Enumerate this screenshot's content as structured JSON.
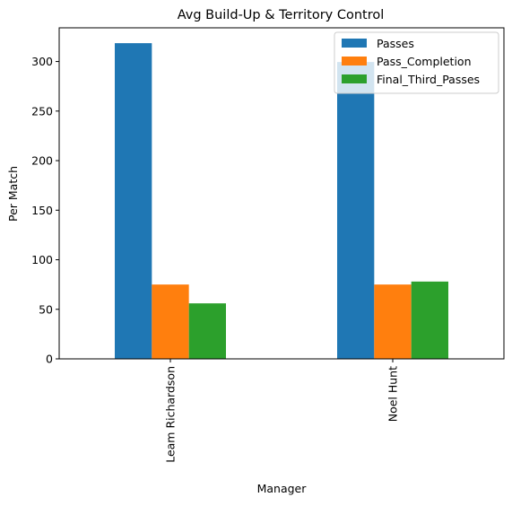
{
  "chart_data": {
    "type": "bar",
    "title": "Avg Build-Up & Territory Control",
    "xlabel": "Manager",
    "ylabel": "Per Match",
    "categories": [
      "Leam Richardson",
      "Noel Hunt"
    ],
    "series": [
      {
        "name": "Passes",
        "color": "#1f77b4",
        "values": [
          318.5,
          299.5
        ]
      },
      {
        "name": "Pass_Completion",
        "color": "#ff7f0e",
        "values": [
          75.0,
          75.0
        ]
      },
      {
        "name": "Final_Third_Passes",
        "color": "#2ca02c",
        "values": [
          56.0,
          78.0
        ]
      }
    ],
    "ylim": [
      0,
      334
    ],
    "yticks": [
      0,
      50,
      100,
      150,
      200,
      250,
      300
    ],
    "grid": false,
    "legend_position": "top-right"
  }
}
